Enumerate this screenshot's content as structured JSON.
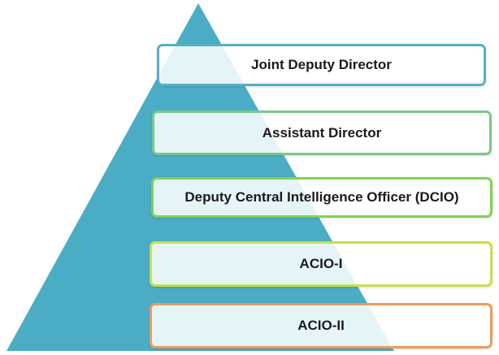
{
  "diagram": {
    "triangle_color": "#4badc5",
    "levels": [
      {
        "label": "Joint Deputy Director",
        "border_color": "#56afc4"
      },
      {
        "label": "Assistant Director",
        "border_color": "#78c98b"
      },
      {
        "label": "Deputy Central Intelligence Officer (DCIO)",
        "border_color": "#7cd44e"
      },
      {
        "label": "ACIO-I",
        "border_color": "#c9de4c"
      },
      {
        "label": "ACIO-II",
        "border_color": "#ee9b5a"
      }
    ]
  }
}
